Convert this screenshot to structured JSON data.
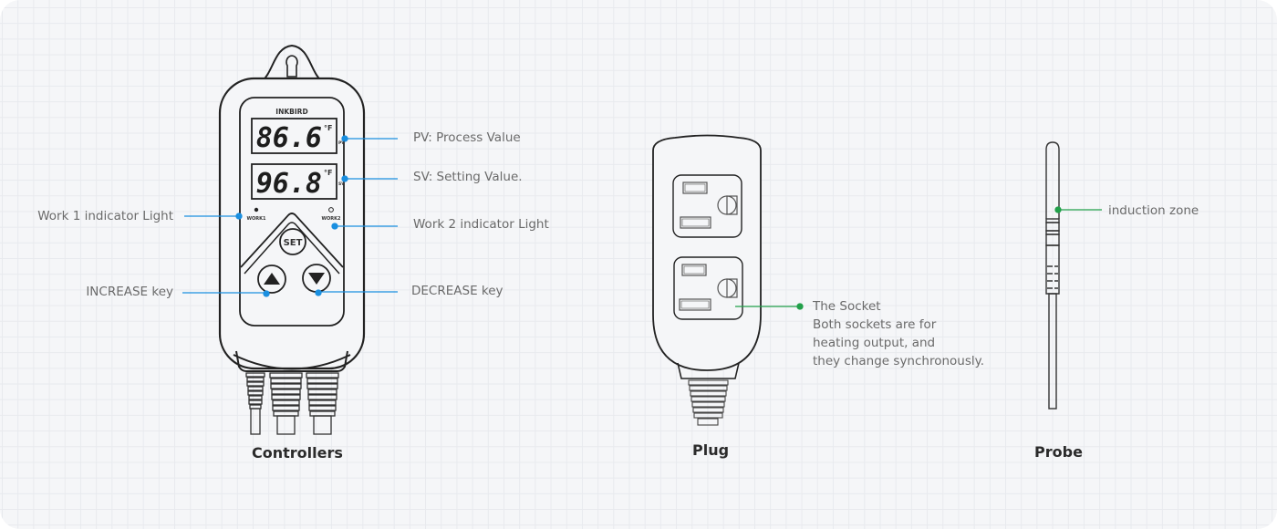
{
  "colors": {
    "controller_callout": "#1a8fe0",
    "plug_callout": "#22a04a",
    "probe_callout": "#22a04a",
    "outline": "#222222",
    "label_text": "#6a6a6a",
    "caption_text": "#2b2b2b"
  },
  "controller": {
    "caption": "Controllers",
    "brand": "INKBIRD",
    "pv_display": "86.6",
    "sv_display": "96.8",
    "unit": "°F",
    "pv_tag": "PV",
    "sv_tag": "SV",
    "work1_tag": "WORK1",
    "work2_tag": "WORK2",
    "set_key": "SET",
    "callouts": {
      "pv": "PV: Process Value",
      "sv": "SV: Setting Value.",
      "work1": "Work 1 indicator Light",
      "work2": "Work 2 indicator Light",
      "increase": "INCREASE key",
      "decrease": "DECREASE key"
    }
  },
  "plug": {
    "caption": "Plug",
    "note_lines": [
      "The Socket",
      "Both sockets are for",
      "heating output, and",
      "they change synchronously."
    ]
  },
  "probe": {
    "caption": "Probe",
    "callout": "induction zone"
  }
}
